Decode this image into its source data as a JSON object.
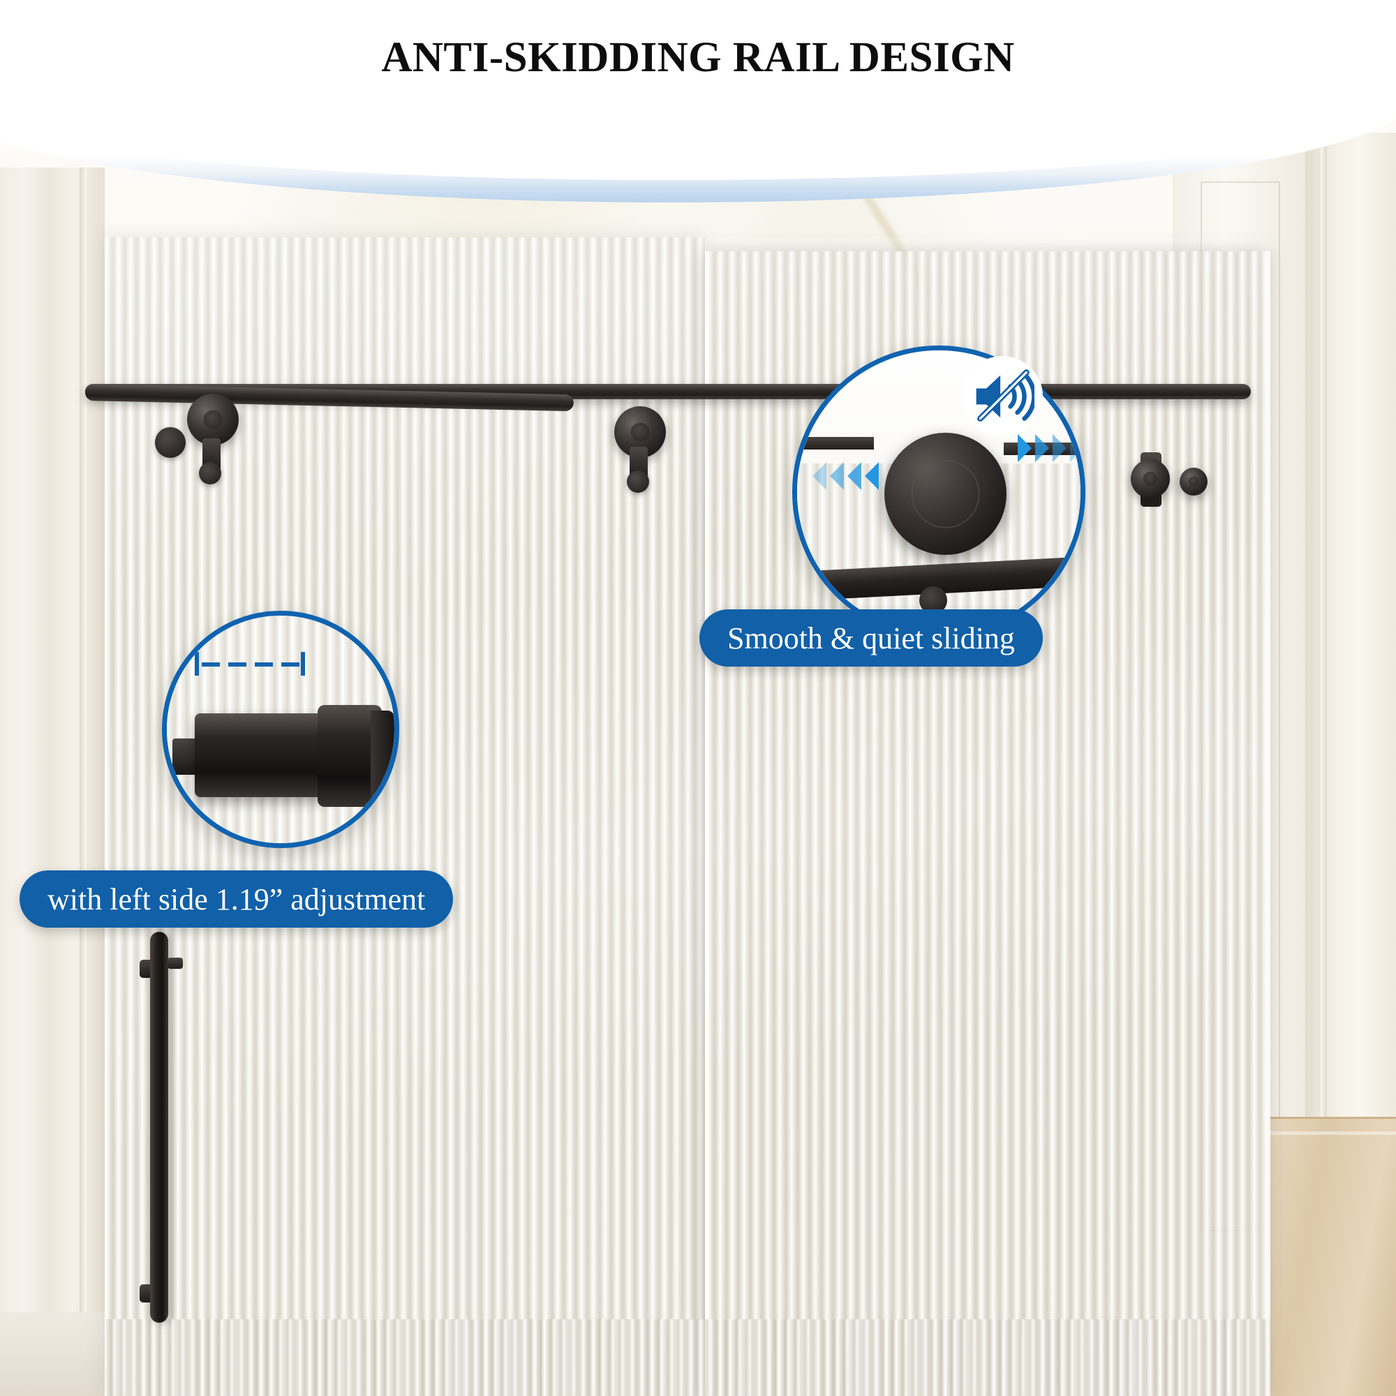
{
  "header": {
    "title": "ANTI-SKIDDING RAIL DESIGN"
  },
  "callouts": [
    {
      "id": "smooth-quiet",
      "label": "Smooth & quiet sliding",
      "icon": "mute-speaker-icon",
      "accent": "#1160a8"
    },
    {
      "id": "left-adjustment",
      "label": "with left side 1.19” adjustment",
      "icon": "dimension-bracket-icon",
      "accent": "#1160a8"
    }
  ],
  "scene": {
    "product": "frameless sliding shower door",
    "glass_style": "fluted reeded glass",
    "hardware_finish": "matte black",
    "parts": {
      "rail": "top sliding rail",
      "roller_left": "roller wheel",
      "roller_right": "roller wheel",
      "handle": "vertical door handle",
      "left_panel": "fixed glass panel",
      "right_panel": "sliding glass panel"
    }
  },
  "colors": {
    "accent_blue": "#1160a8",
    "chevron_blue": "#2596e0",
    "title_black": "#0d0d0d",
    "hardware_black": "#1b1817",
    "background_white": "#ffffff"
  }
}
